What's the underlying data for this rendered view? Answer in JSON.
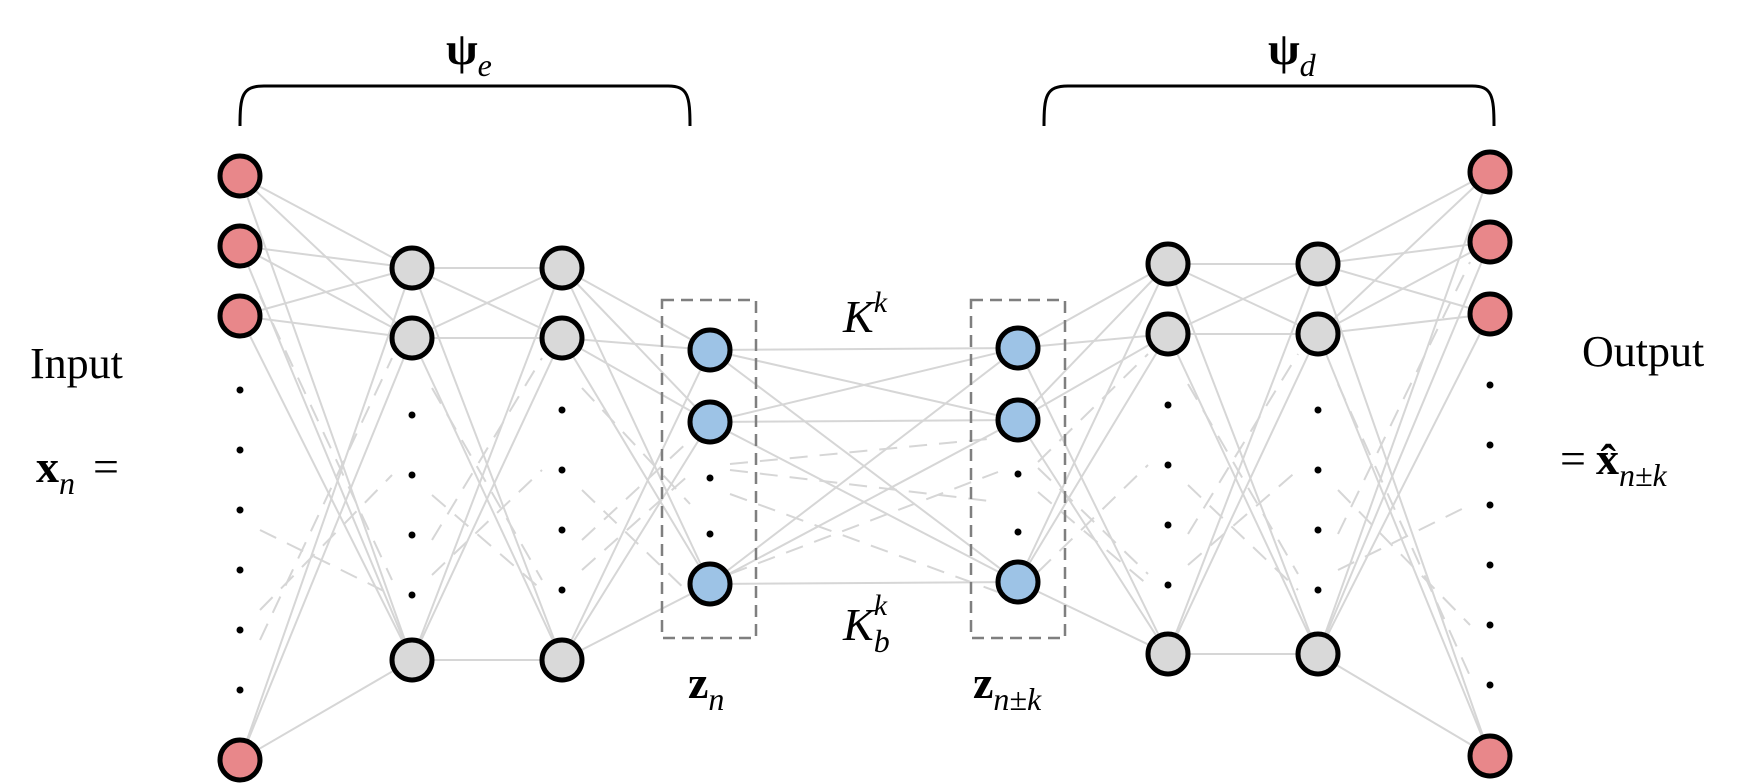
{
  "labels": {
    "psi_e": {
      "main": "ψ",
      "sub": "e"
    },
    "psi_d": {
      "main": "ψ",
      "sub": "d"
    },
    "input_word": "Input",
    "input_symbol": {
      "main": "x",
      "sub": "n",
      "eq": "="
    },
    "output_word": "Output",
    "output_symbol": {
      "eq": "=",
      "main": "x̂",
      "sub": "n±k"
    },
    "koopman_top": {
      "main": "K",
      "sup": "k"
    },
    "koopman_bottom": {
      "main": "K",
      "sup": "k",
      "sub": "b"
    },
    "latent_left": {
      "main": "z",
      "sub": "n"
    },
    "latent_right": {
      "main": "z",
      "sub": "n±k"
    }
  },
  "colors": {
    "input_output_node": "#e8878a",
    "hidden_node": "#d9d9d9",
    "latent_node": "#9dc3e6",
    "node_stroke": "#000000",
    "edge": "#d6d6d6",
    "latent_box": "#7f7f7f"
  },
  "icons": {
    "ellipsis": "vertical-dots"
  }
}
